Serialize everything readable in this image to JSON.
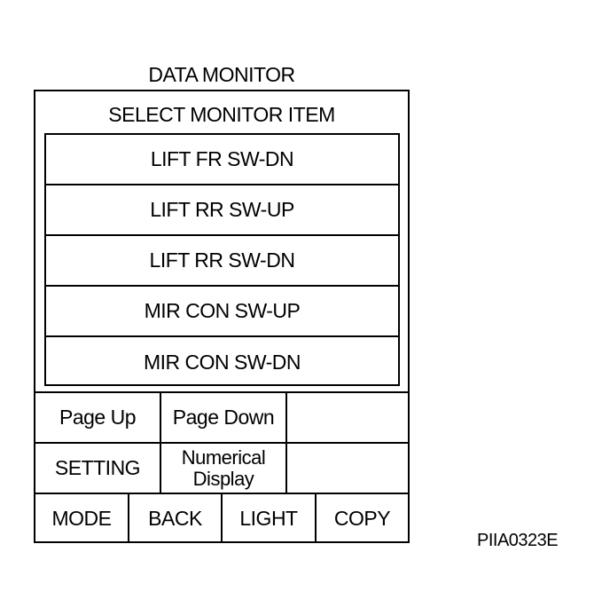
{
  "screen": {
    "title": "DATA MONITOR",
    "header": "SELECT MONITOR ITEM"
  },
  "monitor_items": [
    {
      "label": "LIFT FR SW-DN"
    },
    {
      "label": "LIFT RR SW-UP"
    },
    {
      "label": "LIFT RR SW-DN"
    },
    {
      "label": "MIR CON SW-UP"
    },
    {
      "label": "MIR CON SW-DN"
    }
  ],
  "controls": {
    "page_up": "Page Up",
    "page_down": "Page Down",
    "setting": "SETTING",
    "numerical_display_line1": "Numerical",
    "numerical_display_line2": "Display",
    "mode": "MODE",
    "back": "BACK",
    "light": "LIGHT",
    "copy": "COPY"
  },
  "figure_code": "PIIA0323E"
}
